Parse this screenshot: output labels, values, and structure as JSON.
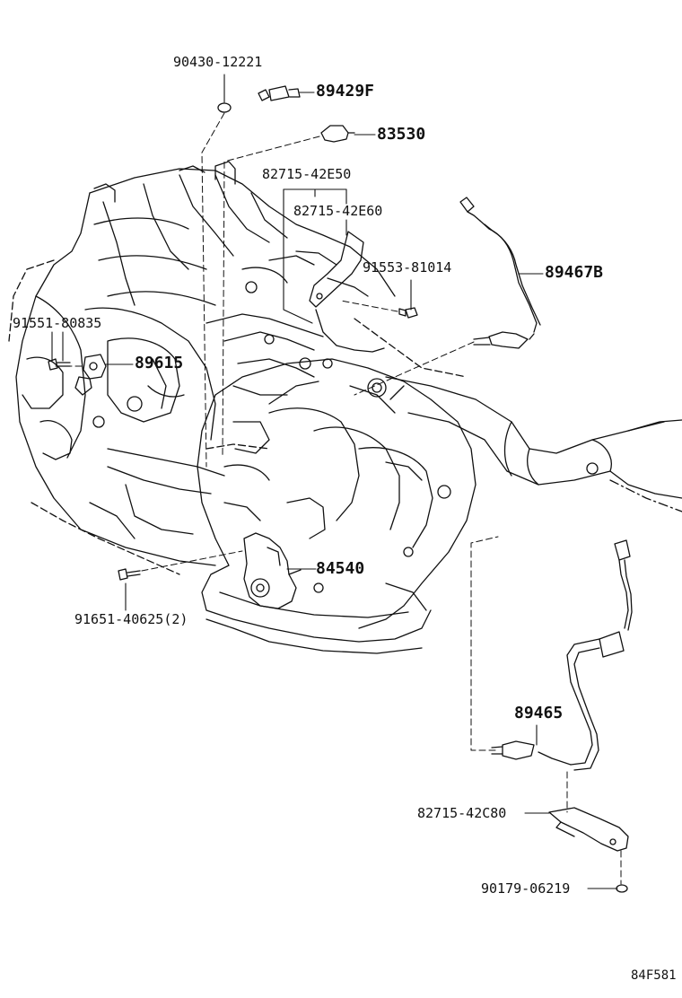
{
  "labels": {
    "p90430": "90430-12221",
    "p89429f": "89429F",
    "p83530": "83530",
    "p82715e50": "82715-42E50",
    "p82715e60": "82715-42E60",
    "p91553": "91553-81014",
    "p89467b": "89467B",
    "p91551": "91551-80835",
    "p89615": "89615",
    "p84540": "84540",
    "p91651": "91651-40625(2)",
    "p89465": "89465",
    "p82715c80": "82715-42C80",
    "p90179": "90179-06219"
  },
  "diagram_code": "84F581",
  "colors": {
    "ink": "#111111",
    "background": "#ffffff"
  }
}
